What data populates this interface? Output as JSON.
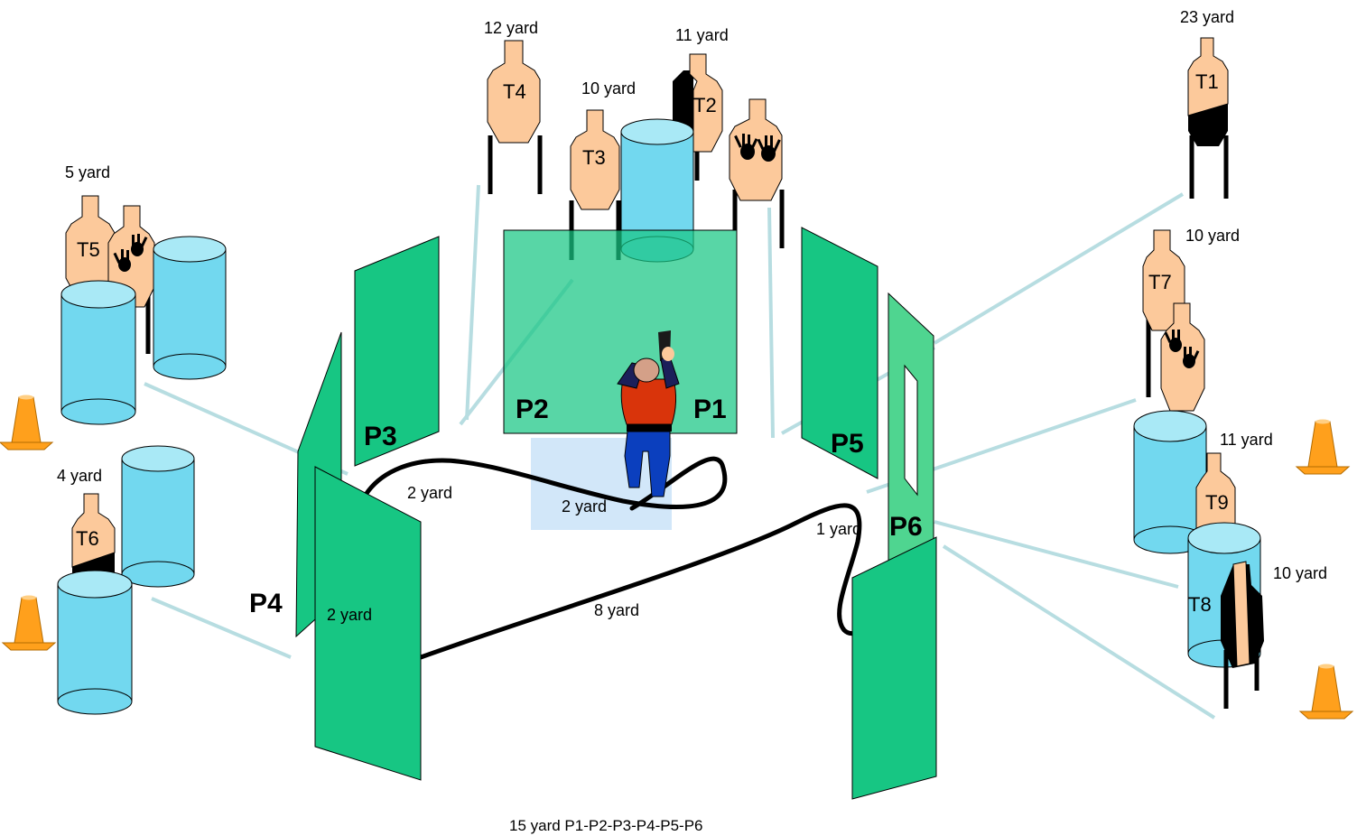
{
  "colors": {
    "target_tan": "#fcc99b",
    "barrel": "#72d8ef",
    "barrel_top": "#a9e9f6",
    "wall": "#17c683",
    "wall_light": "#4fd590",
    "sightline": "#b7dde1",
    "cone": "#ffa01c",
    "box": "#d2e7f9"
  },
  "distance_labels": {
    "t4": "12 yard",
    "t2": "11 yard",
    "t3": "10 yard",
    "t1": "23 yard",
    "t5": "5 yard",
    "t7": "10 yard",
    "t6": "4 yard",
    "t9": "11 yard",
    "t8": "10 yard",
    "p3_p4": "2 yard",
    "box": "2 yard",
    "p4": "2 yard",
    "path": "8 yard",
    "p5_p6": "1 yard"
  },
  "targets": {
    "t1": "T1",
    "t2": "T2",
    "t3": "T3",
    "t4": "T4",
    "t5": "T5",
    "t6": "T6",
    "t7": "T7",
    "t8": "T8",
    "t9": "T9"
  },
  "positions": {
    "p1": "P1",
    "p2": "P2",
    "p3": "P3",
    "p4": "P4",
    "p5": "P5",
    "p6": "P6"
  },
  "caption": "15 yard P1-P2-P3-P4-P5-P6"
}
